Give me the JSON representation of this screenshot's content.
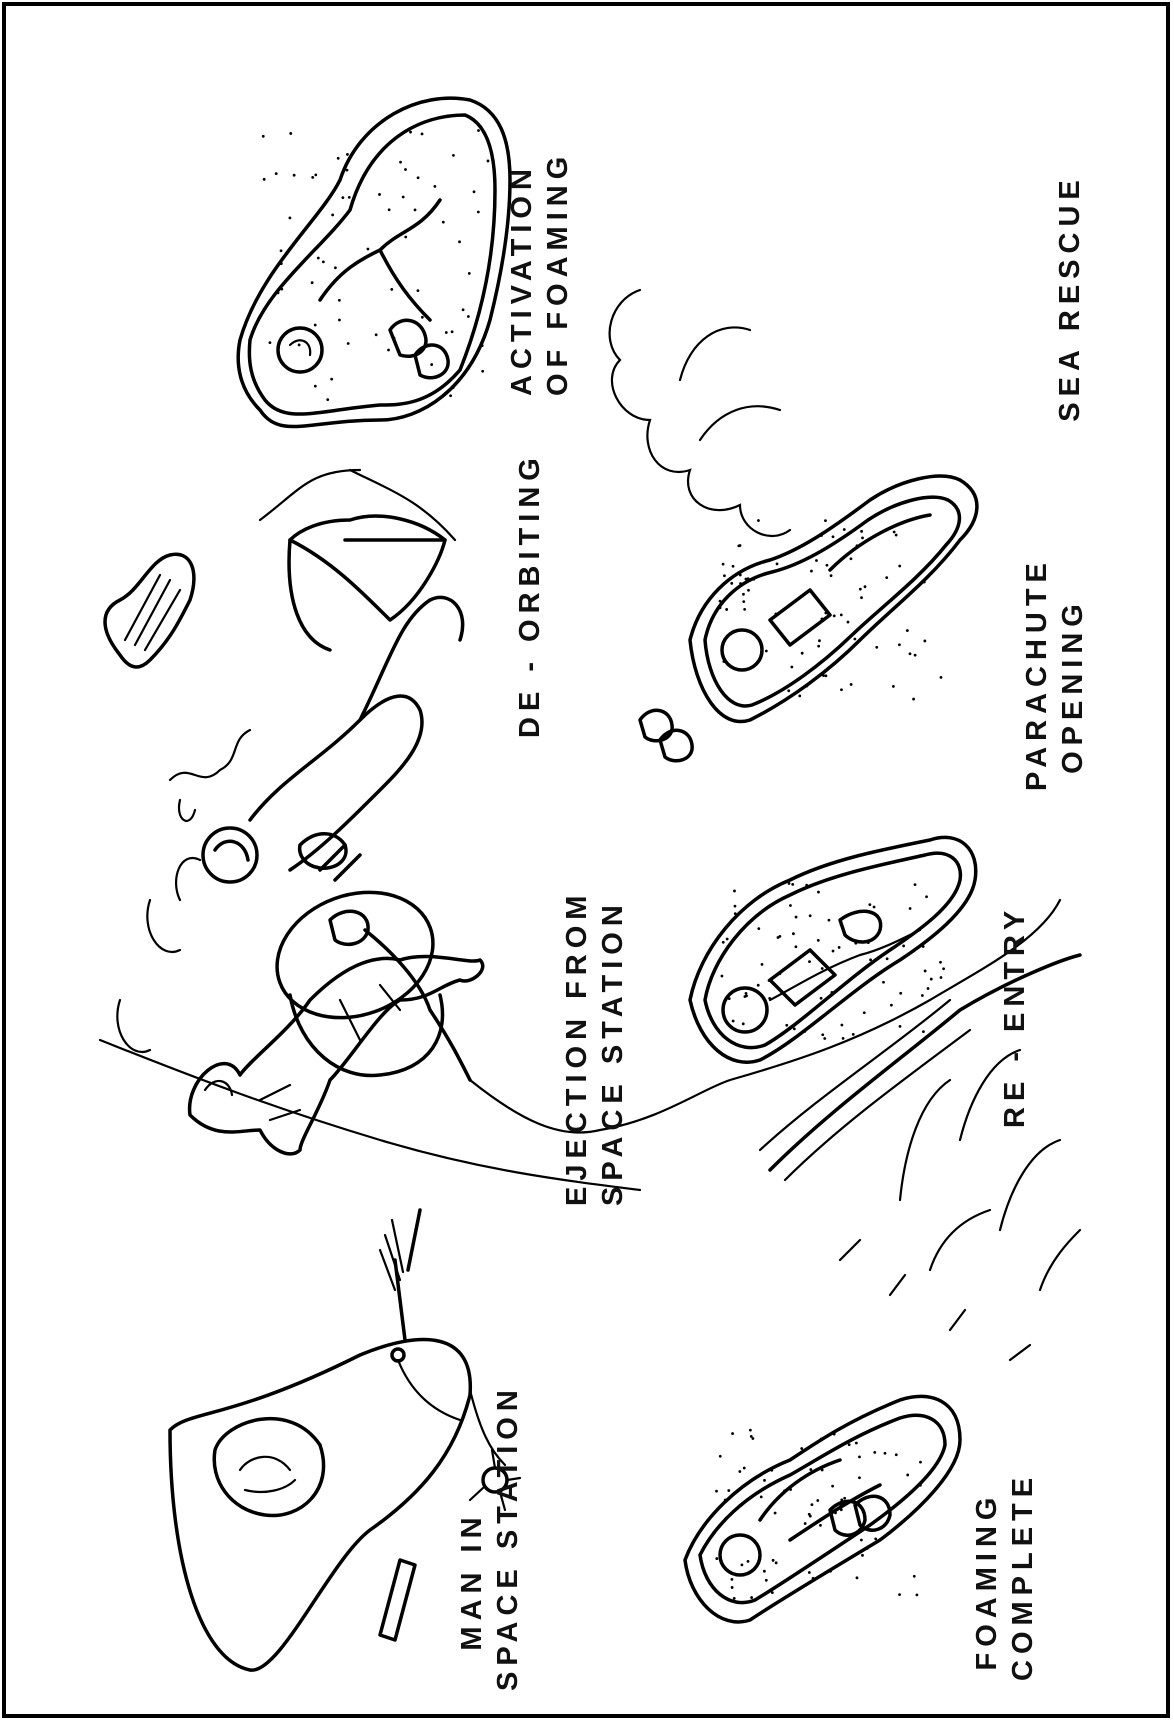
{
  "panels": [
    {
      "id": "man-in-space-station",
      "lines": [
        "MAN IN",
        "SPACE STATION"
      ]
    },
    {
      "id": "ejection",
      "lines": [
        "EJECTION  FROM",
        "SPACE  STATION"
      ]
    },
    {
      "id": "de-orbiting",
      "lines": [
        "DE - ORBITING"
      ]
    },
    {
      "id": "activation",
      "lines": [
        "ACTIVATION",
        "OF FOAMING"
      ]
    },
    {
      "id": "foaming-complete",
      "lines": [
        "FOAMING",
        "COMPLETE"
      ]
    },
    {
      "id": "re-entry",
      "lines": [
        "RE - ENTRY"
      ]
    },
    {
      "id": "parachute",
      "lines": [
        "PARACHUTE",
        "OPENING"
      ]
    },
    {
      "id": "sea-rescue",
      "lines": [
        "SEA  RESCUE"
      ]
    }
  ],
  "icons": [
    "space-station-icon",
    "astronaut-icon",
    "foam-capsule-icon",
    "earth-horizon-icon",
    "parachute-cloud-icon",
    "rescue-raft-icon"
  ]
}
